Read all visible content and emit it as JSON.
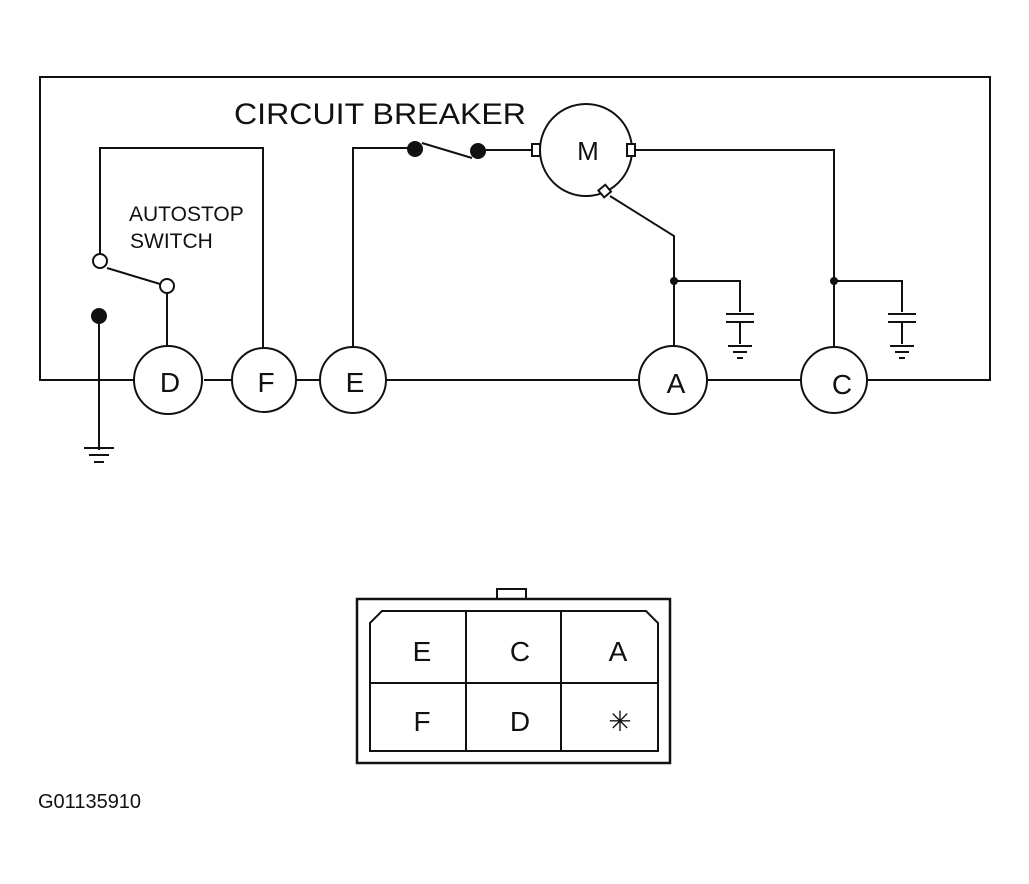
{
  "labels": {
    "circuit_breaker": "CIRCUIT BREAKER",
    "autostop_line1": "AUTOSTOP",
    "autostop_line2": "SWITCH",
    "motor": "M",
    "figure_id": "G01135910"
  },
  "terminals": {
    "d": "D",
    "f": "F",
    "e": "E",
    "a": "A",
    "c": "C"
  },
  "connector": {
    "row1": [
      "E",
      "C",
      "A"
    ],
    "row2": [
      "F",
      "D",
      "✳"
    ]
  }
}
